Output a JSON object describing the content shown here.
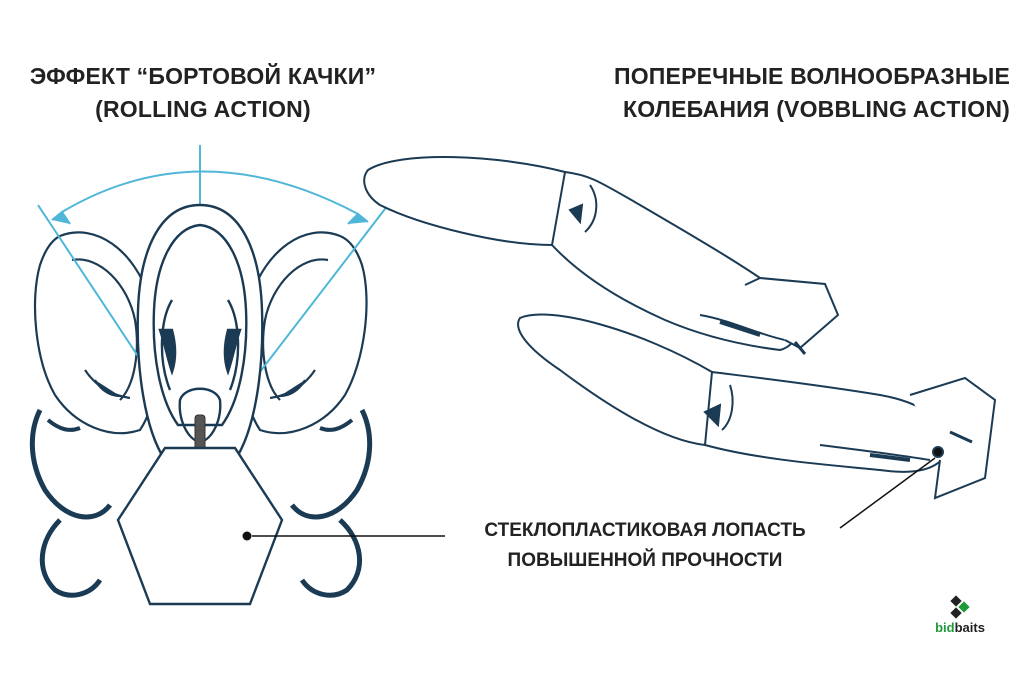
{
  "left_title": {
    "line1": "ЭФФЕКТ “БОРТОВОЙ КАЧКИ”",
    "line2": "(ROLLING ACTION)"
  },
  "right_title": {
    "line1": "ПОПЕРЕЧНЫЕ ВОЛНООБРАЗНЫЕ",
    "line2": "КОЛЕБАНИЯ  (VOBBLING ACTION)"
  },
  "callout": {
    "line1": "СТЕКЛОПЛАСТИКОВАЯ ЛОПАСТЬ",
    "line2": "ПОВЫШЕННОЙ ПРОЧНОСТИ"
  },
  "logo": {
    "part1": "bid",
    "part2": "baits"
  },
  "colors": {
    "lure_outline": "#1b3b55",
    "arc_lines": "#4fb6d8",
    "text": "#222222",
    "logo_green": "#1f9a3a"
  }
}
